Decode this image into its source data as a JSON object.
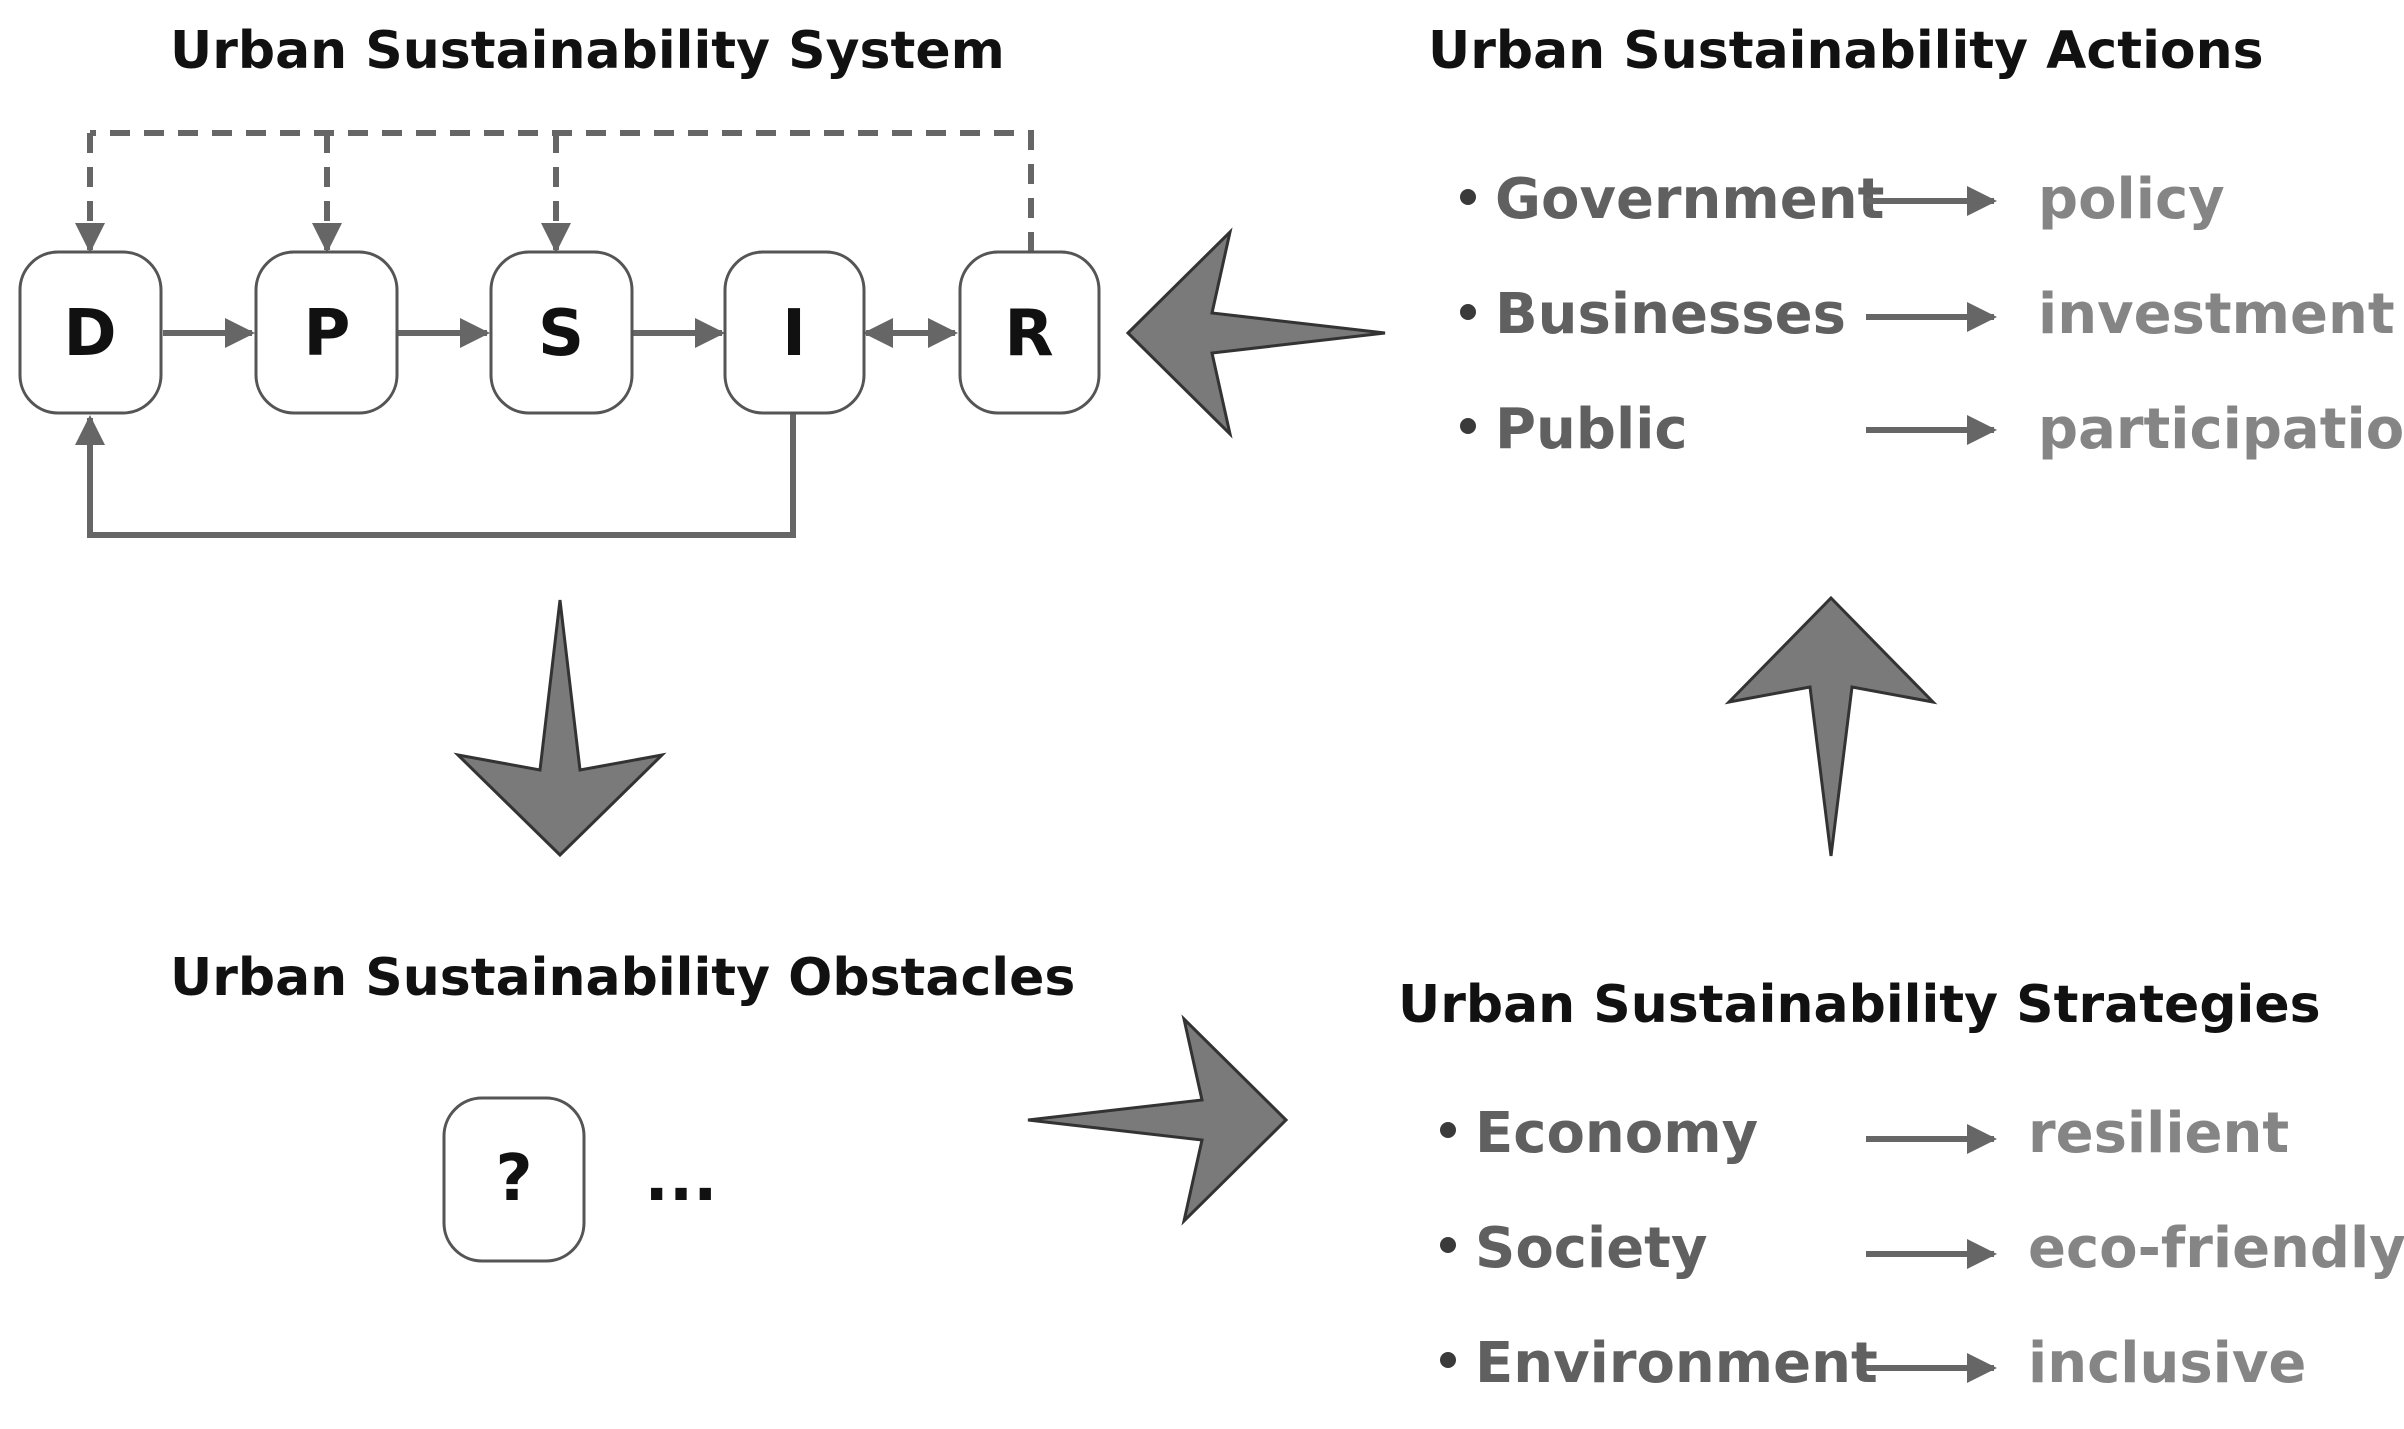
{
  "titles": {
    "system": "Urban Sustainability System",
    "actions": "Urban Sustainability Actions",
    "obstacles": "Urban Sustainability Obstacles",
    "strategies": "Urban Sustainability Strategies"
  },
  "system_nodes": [
    "D",
    "P",
    "S",
    "I",
    "R"
  ],
  "obstacles": {
    "node": "?",
    "ellipsis": "..."
  },
  "actions": [
    {
      "actor": "Government",
      "result": "policy"
    },
    {
      "actor": "Businesses",
      "result": "investment"
    },
    {
      "actor": "Public",
      "result": "participation"
    }
  ],
  "strategies": [
    {
      "domain": "Economy",
      "result": "resilient"
    },
    {
      "domain": "Society",
      "result": "eco-friendly"
    },
    {
      "domain": "Environment",
      "result": "inclusive"
    }
  ],
  "colors": {
    "arrow_fill": "#7a7a7a",
    "connector": "#666666",
    "actor_text": "#606060",
    "result_text": "#858585"
  }
}
